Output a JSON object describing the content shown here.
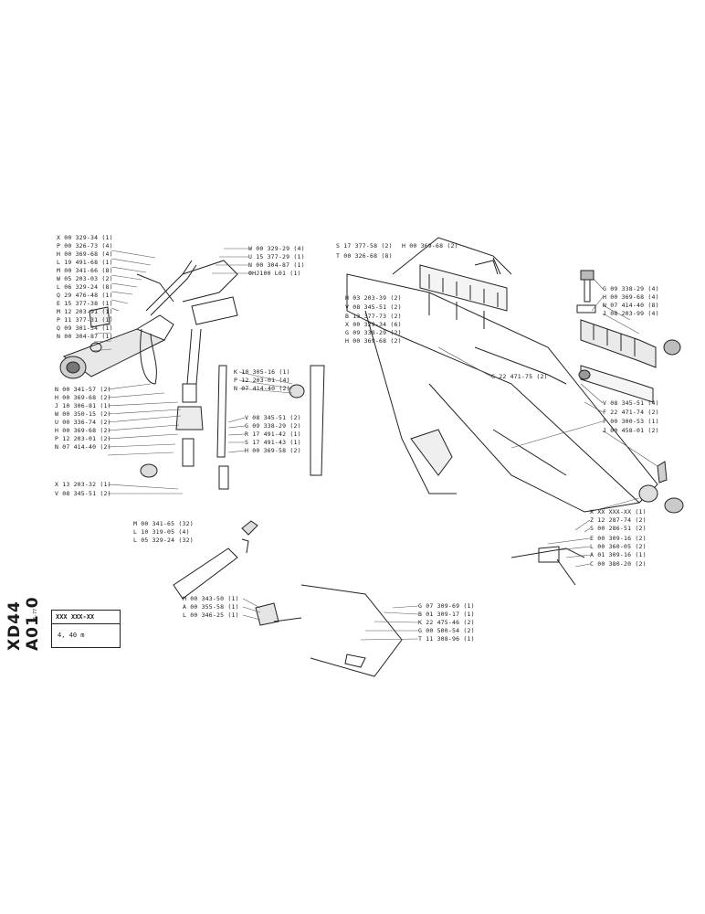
{
  "sheet": {
    "drawing_code": "XD44 A01 0",
    "revision_date": "4-77",
    "title_part_code": "XXX XXX-XX",
    "title_size": "4, 40 m"
  },
  "callouts": [
    {
      "text": "X 00 329-34 (1)",
      "left": 0
    },
    {
      "text": "P 00 326-73 (4)"
    },
    {
      "text": "H 00 369-68 (4)"
    },
    {
      "text": "L 19 491-68 (1)"
    },
    {
      "text": "M 00 341-66 (8)"
    },
    {
      "text": "W 05 203-03 (2)"
    },
    {
      "text": "L 06 329-24 (8)"
    },
    {
      "text": "Q 29 476-48 (1)"
    },
    {
      "text": "E 15 377-38 (1)"
    },
    {
      "text": "M 12 203-91 (1)"
    },
    {
      "text": "P 11 377-31 (1)"
    },
    {
      "text": "Q 09 301-34 (1)"
    },
    {
      "text": "N 00 304-87 (1)"
    },
    {
      "text": "W 00 329-29 (4)"
    },
    {
      "text": "U 15 377-29 (1)"
    },
    {
      "text": "N 00 304-87 (1)"
    },
    {
      "text": "ФHJ100 L01 (1)"
    },
    {
      "text": "S 17 377-58 (2)"
    },
    {
      "text": "H 00 369-68 (2)"
    },
    {
      "text": "T 00 326-68 (8)"
    },
    {
      "text": "H 03 203-39 (2)"
    },
    {
      "text": "V 08 345-51 (2)"
    },
    {
      "text": "B 13 377-73 (2)"
    },
    {
      "text": "X 00 329-34 (6)"
    },
    {
      "text": "G 09 338-29 (2)"
    },
    {
      "text": "H 00 369-68 (2)"
    },
    {
      "text": "G 22 471-75 (2)"
    },
    {
      "text": "G 09 338-29 (4)"
    },
    {
      "text": "H 00 369-68 (4)"
    },
    {
      "text": "N 07 414-40 (8)"
    },
    {
      "text": "J 08 203-99 (4)"
    },
    {
      "text": "V 08 345-51 (4)"
    },
    {
      "text": "F 22 471-74 (2)"
    },
    {
      "text": "F 00 300-53 (1)"
    },
    {
      "text": "J 00 458-01 (2)"
    },
    {
      "text": "N 00 341-57 (2)"
    },
    {
      "text": "H 00 369-68 (2)"
    },
    {
      "text": "J 10 306-81 (1)"
    },
    {
      "text": "W 00 350-15 (2)"
    },
    {
      "text": "U 00 336-74 (2)"
    },
    {
      "text": "H 00 369-68 (2)"
    },
    {
      "text": "P 12 203-01 (2)"
    },
    {
      "text": "N 07 414-40 (2)"
    },
    {
      "text": "X 13 203-32 (1)"
    },
    {
      "text": "V 08 345-51 (2)"
    },
    {
      "text": "K 10 305-16 (1)"
    },
    {
      "text": "P 12 203-01 (4)"
    },
    {
      "text": "N 07 414-40 (2)"
    },
    {
      "text": "V 08 345-51 (2)"
    },
    {
      "text": "G 09 338-29 (2)"
    },
    {
      "text": "R 17 491-42 (1)"
    },
    {
      "text": "S 17 491-43 (1)"
    },
    {
      "text": "H 00 369-58 (2)"
    },
    {
      "text": "X XX XXX-XX (1)"
    },
    {
      "text": "Z 12 287-74 (2)"
    },
    {
      "text": "S 00 286-51 (2)"
    },
    {
      "text": "E 00 309-16 (2)"
    },
    {
      "text": "L 00 360-05 (2)"
    },
    {
      "text": "A 01 309-16 (1)"
    },
    {
      "text": "C 00 380-20 (2)"
    },
    {
      "text": "M 00 341-65 (32)"
    },
    {
      "text": "L 10 319-05 (4)"
    },
    {
      "text": "L 05 329-24 (32)"
    },
    {
      "text": "M 00 343-50 (1)"
    },
    {
      "text": "A 00 355-58 (1)"
    },
    {
      "text": "L 00 346-25 (1)"
    },
    {
      "text": "G 07 309-69 (1)"
    },
    {
      "text": "B 01 309-17 (1)"
    },
    {
      "text": "K 22 475-46 (2)"
    },
    {
      "text": "G 00 500-54 (2)"
    },
    {
      "text": "T 11 308-96 (1)"
    }
  ]
}
